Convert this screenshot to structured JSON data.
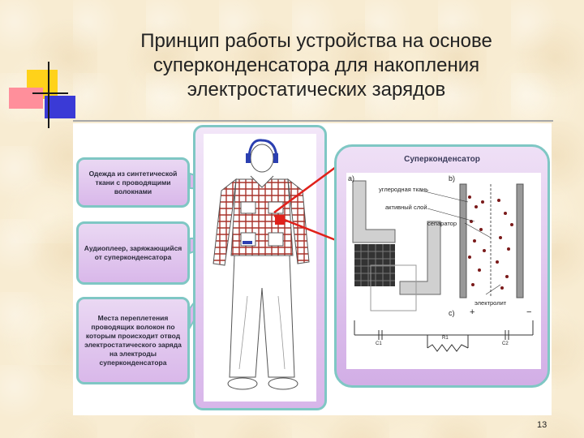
{
  "title": {
    "line1": "Принцип работы устройства на основе",
    "line2": "суперконденсатора для накопления",
    "line3": "электростатических зарядов"
  },
  "callouts": [
    "Одежда из синтетической ткани с проводящими волокнами",
    "Аудиоплеер, заряжающийся от суперконденсатора",
    "Места переплетения проводящих волокон по которым происходит отвод электростатического заряда на электроды суперконденсатора"
  ],
  "supercapacitor": {
    "title": "Суперконденсатор",
    "label_a": "а)",
    "label_b": "b)",
    "label_c": "c)",
    "carbon_fabric": "углеродная ткань",
    "active_layer": "активный слой",
    "separator": "сепаратор",
    "electrolyte": "электролит",
    "plus": "+",
    "minus": "−",
    "r1": "R1",
    "c1": "C1",
    "c2": "C2"
  },
  "page_number": "13",
  "colors": {
    "callout_border": "#7fc7c4",
    "callout_fill": "#d9b8ea",
    "arrow": "#e0201a",
    "jacket_check": "#a8322a"
  }
}
